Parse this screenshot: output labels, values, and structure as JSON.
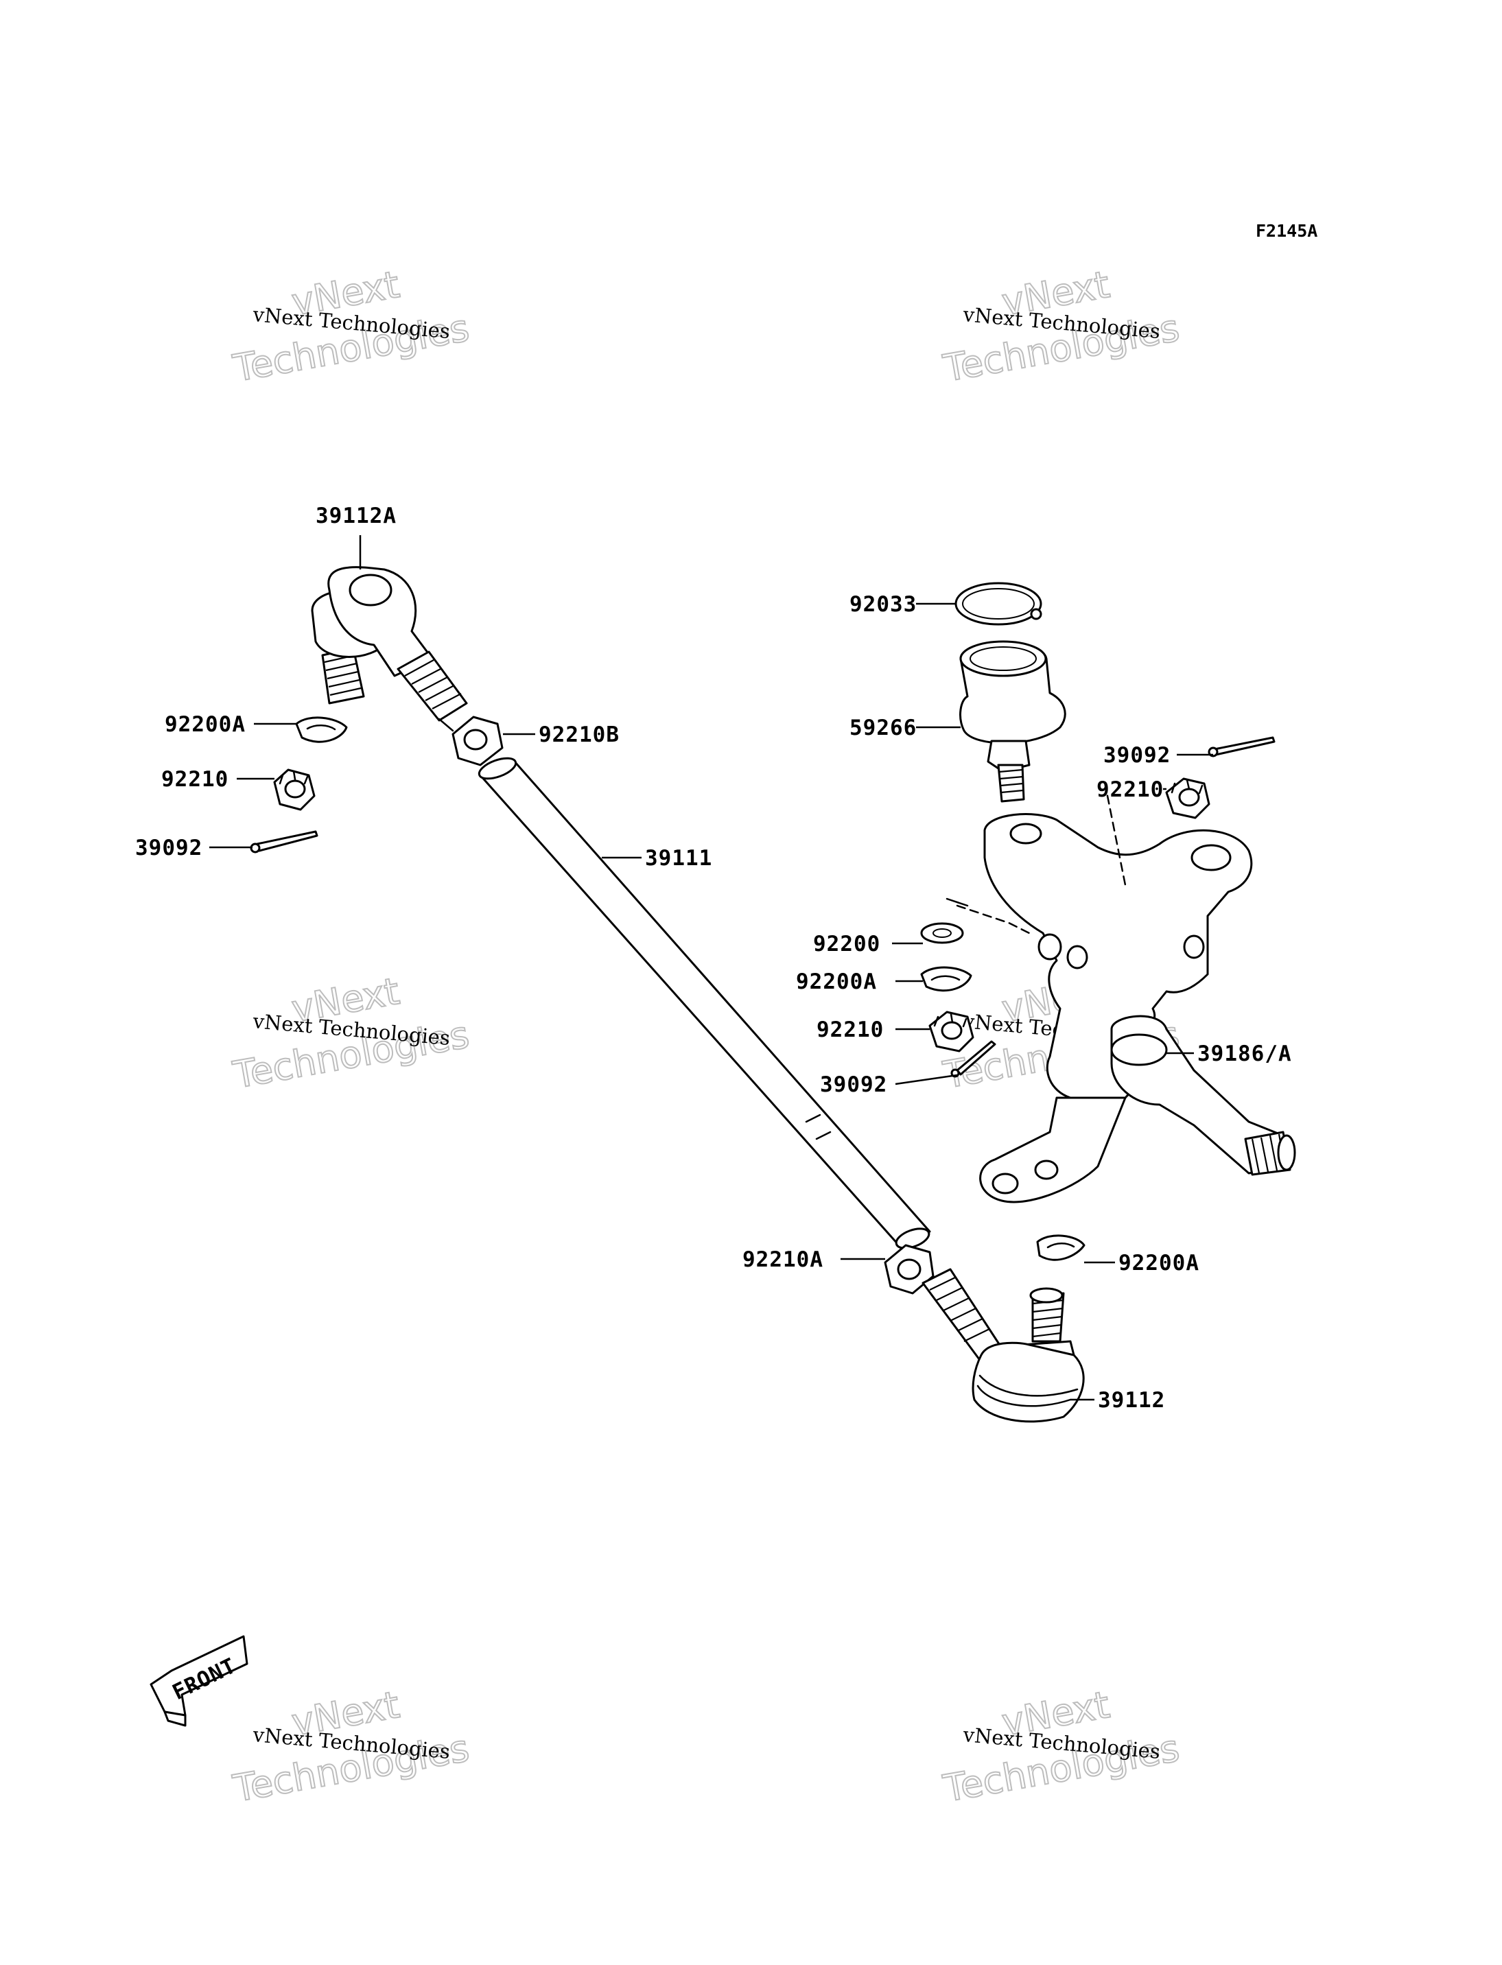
{
  "diagram_code": "F2145A",
  "watermark": {
    "line1": "vNext Technologies",
    "line2": "vNext",
    "line3": "Technologies"
  },
  "front_label": "FRONT",
  "callouts": [
    {
      "id": "c39112A",
      "label": "39112A"
    },
    {
      "id": "c92033",
      "label": "92033"
    },
    {
      "id": "c92200A_a",
      "label": "92200A"
    },
    {
      "id": "c92210B",
      "label": "92210B"
    },
    {
      "id": "c59266",
      "label": "59266"
    },
    {
      "id": "c92210_a",
      "label": "92210"
    },
    {
      "id": "c39092_a",
      "label": "39092"
    },
    {
      "id": "c92210_b",
      "label": "92210"
    },
    {
      "id": "c39092_b",
      "label": "39092"
    },
    {
      "id": "c39111",
      "label": "39111"
    },
    {
      "id": "c92200",
      "label": "92200"
    },
    {
      "id": "c92200A_b",
      "label": "92200A"
    },
    {
      "id": "c92210_c",
      "label": "92210"
    },
    {
      "id": "c39186",
      "label": "39186/A"
    },
    {
      "id": "c39092_c",
      "label": "39092"
    },
    {
      "id": "c92210A",
      "label": "92210A"
    },
    {
      "id": "c92200A_c",
      "label": "92200A"
    },
    {
      "id": "c39112",
      "label": "39112"
    }
  ]
}
